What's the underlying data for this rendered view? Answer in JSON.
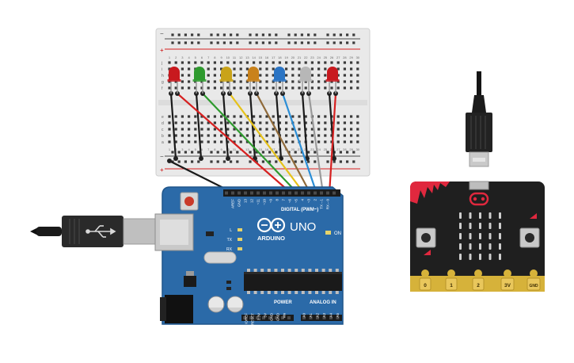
{
  "canvas": {
    "background": "#ffffff"
  },
  "breadboard": {
    "top_rail_signs": [
      "−",
      "+"
    ],
    "bottom_rail_signs": [
      "−",
      "+"
    ],
    "row_letters_top": [
      "j",
      "i",
      "h",
      "g",
      "f"
    ],
    "row_letters_bottom": [
      "e",
      "d",
      "c",
      "b",
      "a"
    ],
    "column_numbers": [
      "1",
      "2",
      "3",
      "4",
      "5",
      "6",
      "7",
      "8",
      "9",
      "10",
      "11",
      "12",
      "13",
      "14",
      "15",
      "16",
      "17",
      "18",
      "19",
      "20",
      "21",
      "22",
      "23",
      "24",
      "25",
      "26",
      "27",
      "28",
      "29",
      "30"
    ]
  },
  "leds": [
    {
      "name": "red",
      "color": "#c8191e"
    },
    {
      "name": "green",
      "color": "#2e9a2e"
    },
    {
      "name": "yellow",
      "color": "#c9a319"
    },
    {
      "name": "orange",
      "color": "#c9821b"
    },
    {
      "name": "blue",
      "color": "#2a74c4"
    },
    {
      "name": "white",
      "color": "#b7b7b7"
    },
    {
      "name": "red",
      "color": "#c8191e"
    }
  ],
  "wire_colors": [
    "#d62020",
    "#2e9a2e",
    "#e6c21a",
    "#8f6a3a",
    "#2b8ed6",
    "#9a9a9a",
    "#d62020"
  ],
  "arduino": {
    "brand": "ARDUINO",
    "model": "UNO",
    "digital_header_label": "DIGITAL (PWM~)",
    "power_label": "POWER",
    "analog_label": "ANALOG IN",
    "on_label": "ON",
    "led_labels": [
      "L",
      "TX",
      "RX"
    ],
    "digital_pins": [
      "AREF",
      "GND",
      "13",
      "12",
      "~11",
      "~10",
      "~9",
      "8",
      "7",
      "~6",
      "~5",
      "4",
      "~3",
      "2",
      "TX→1",
      "RX←0"
    ],
    "power_pins": [
      "IOREF",
      "RESET",
      "3.3V",
      "5V",
      "GND",
      "GND",
      "Vin"
    ],
    "analog_pins": [
      "A0",
      "A1",
      "A2",
      "A3",
      "A4",
      "A5"
    ],
    "board_color": "#2b6aa8"
  },
  "microbit": {
    "pad_labels": [
      "0",
      "1",
      "2",
      "3V",
      "GND"
    ],
    "board_color": "#1f1f1f",
    "accent_color": "#e0283e",
    "edge_color": "#d6b23a"
  },
  "cables": {
    "usb_b": "usb-b-cable",
    "micro_usb": "micro-usb-cable"
  }
}
